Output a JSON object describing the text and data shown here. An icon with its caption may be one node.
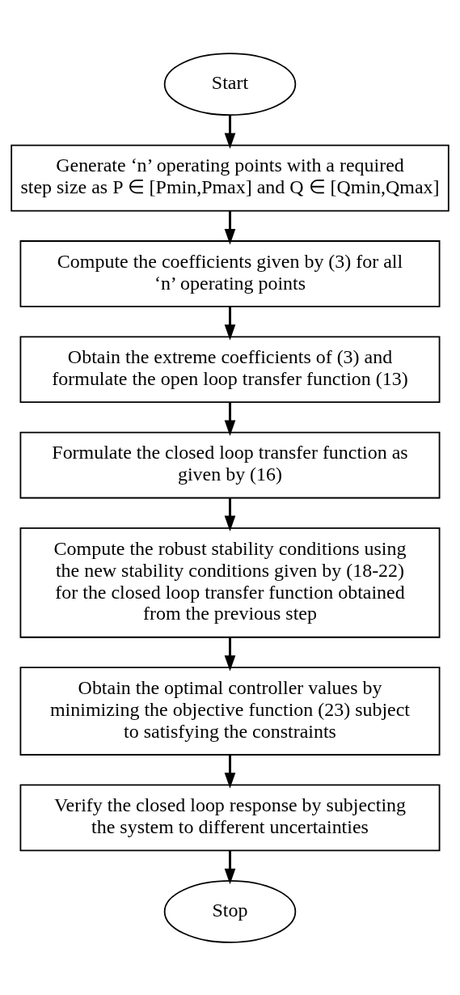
{
  "diagram": {
    "nodes": [
      {
        "text": [
          "Start"
        ]
      },
      {
        "text": [
          "Generate ‘n’ operating points with a required step size as P ∈ [Pmin,Pmax] and Q ∈ [Qmin,Qmax]"
        ]
      },
      {
        "text": [
          "Compute the coefficients given by (3) for all ‘n’ operating points"
        ]
      },
      {
        "text": [
          "Obtain the extreme coefficients of (3) and formulate the open loop transfer function (13)"
        ]
      },
      {
        "text": [
          "Formulate the closed loop transfer function as given by (16)"
        ]
      },
      {
        "text": [
          "Compute the robust stability conditions using the new stability conditions given by (18-22) for the closed loop transfer function obtained from the previous step"
        ]
      },
      {
        "text": [
          "Obtain the optimal controller values by minimizing the objective function (23) subject to satisfying the constraints"
        ]
      },
      {
        "text": [
          "Verify the closed loop response by subjecting the system to different uncertainties"
        ]
      },
      {
        "text": [
          "Stop"
        ]
      }
    ],
    "edges": [
      {
        "from": 0,
        "to": 1,
        "arrow": "to"
      },
      {
        "from": 1,
        "to": 2,
        "arrow": "to"
      },
      {
        "from": 2,
        "to": 3,
        "arrow": "to"
      },
      {
        "from": 3,
        "to": 4,
        "arrow": "to"
      },
      {
        "from": 4,
        "to": 5,
        "arrow": "to"
      },
      {
        "from": 5,
        "to": 6,
        "arrow": "to"
      },
      {
        "from": 6,
        "to": 7,
        "arrow": "to"
      },
      {
        "from": 7,
        "to": 8,
        "arrow": "to"
      }
    ]
  }
}
